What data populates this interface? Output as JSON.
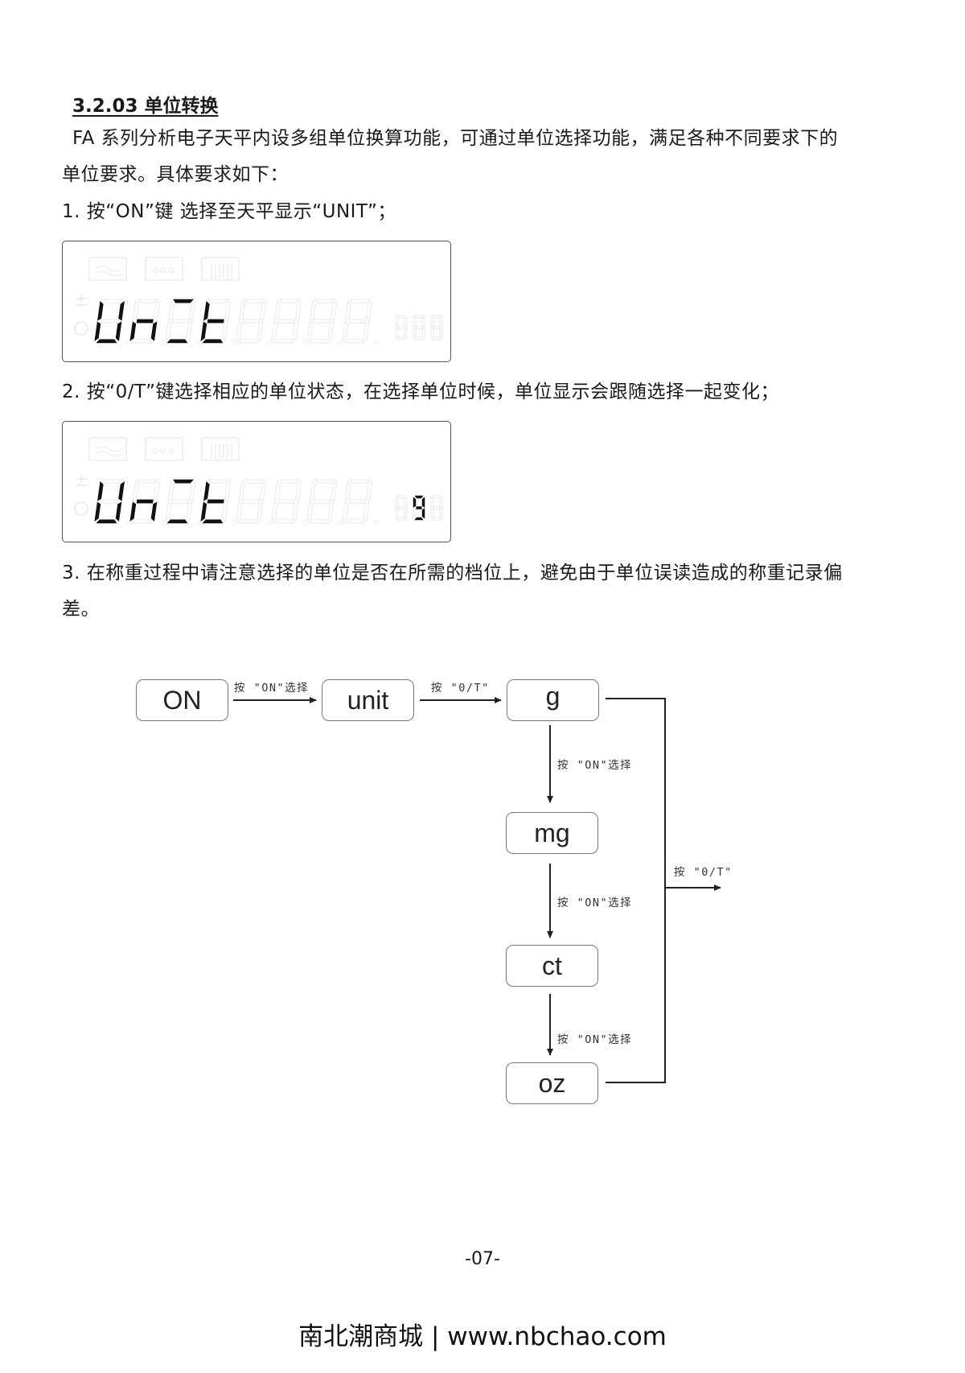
{
  "section": {
    "heading": "3.2.03 单位转换",
    "intro_line1": "FA 系列分析电子天平内设多组单位换算功能，可通过单位选择功能，满足各种不同要求下的",
    "intro_line2": "单位要求。具体要求如下：",
    "step1": "1. 按“ON”键 选择至天平显示“UNIT”；",
    "step2": "2. 按“0/T”键选择相应的单位状态，在选择单位时候，单位显示会跟随选择一起变化；",
    "step3_line1": "3. 在称重过程中请注意选择的单位是否在所需的档位上，避免由于单位误读造成的称重记录偏",
    "step3_line2": "差。"
  },
  "lcd_displays": [
    {
      "name": "lcd-display-unit",
      "text": "UnIt",
      "unit_indicator": "",
      "icons": [
        "tare-plate-icon",
        "drops-icon",
        "bar-graph-icon"
      ]
    },
    {
      "name": "lcd-display-unit-g",
      "text": "UnIt",
      "unit_indicator": "g",
      "icons": [
        "tare-plate-icon",
        "drops-icon",
        "bar-graph-icon"
      ]
    }
  ],
  "flowchart": {
    "nodes": {
      "on": "ON",
      "unit": "unit",
      "g": "g",
      "mg": "mg",
      "ct": "ct",
      "oz": "oz"
    },
    "labels": {
      "on_to_unit": "按 \"ON\"选择",
      "unit_to_g": "按 \"0/T\"",
      "g_to_mg": "按 \"ON\"选择",
      "mg_to_ct": "按 \"ON\"选择",
      "ct_to_oz": "按 \"ON\"选择",
      "exit": "按 \"0/T\""
    }
  },
  "page_number": "-07-",
  "footer": "南北潮商城 | www.nbchao.com"
}
